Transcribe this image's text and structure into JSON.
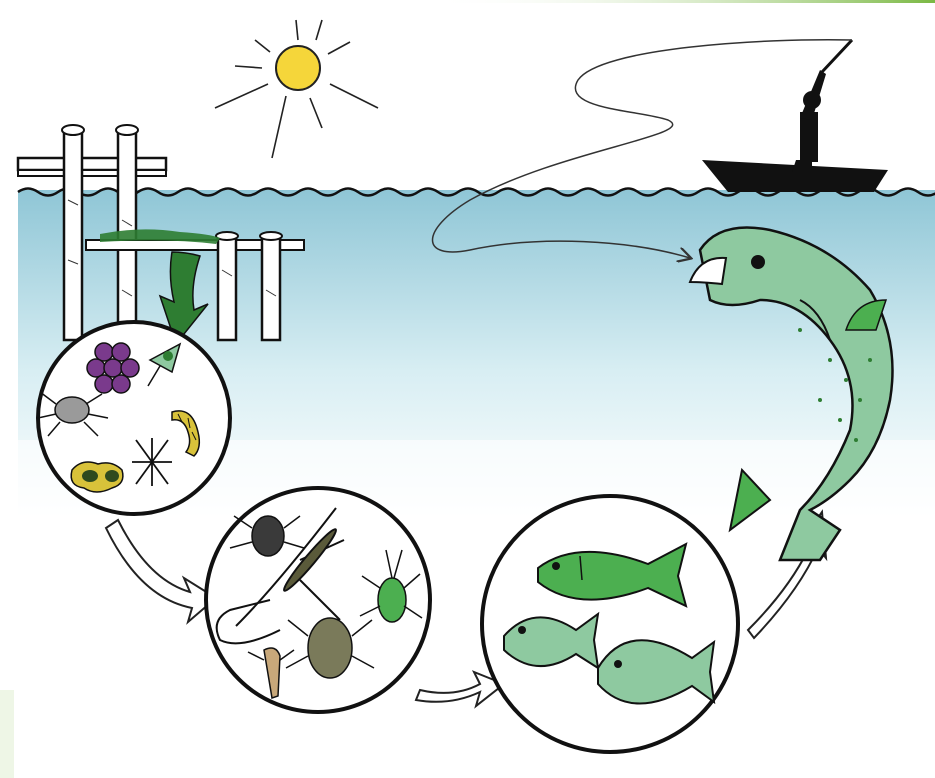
{
  "diagram": {
    "text": [],
    "stages": [
      {
        "name": "periphyton-and-microorganisms",
        "organisms": [
          "algae-cluster",
          "mite",
          "protozoan",
          "worm-larva",
          "diatom",
          "copepod"
        ]
      },
      {
        "name": "aquatic-insects",
        "organisms": [
          "water-beetle",
          "water-strider",
          "aphid-like-insect",
          "nymph",
          "diving-beetle"
        ]
      },
      {
        "name": "small-fish",
        "organisms": [
          "perch",
          "bluegill",
          "sunfish"
        ]
      },
      {
        "name": "largemouth-bass",
        "organisms": [
          "bass"
        ]
      }
    ],
    "scene": [
      "sun",
      "dock-pilings",
      "water-surface",
      "fisherman-in-boat",
      "fishing-line"
    ],
    "colors": {
      "water_top": "#8fc6d6",
      "water_bottom": "#ffffff",
      "sun_fill": "#f5d63a",
      "arrow_green": "#2e7d32",
      "fish_green": "#4caf50",
      "fish_light": "#8ec9a0",
      "algae_purple": "#7a3a8c",
      "worm_yellow": "#d8c23a",
      "outline": "#111111",
      "corner_accent": "#7ab843"
    }
  }
}
